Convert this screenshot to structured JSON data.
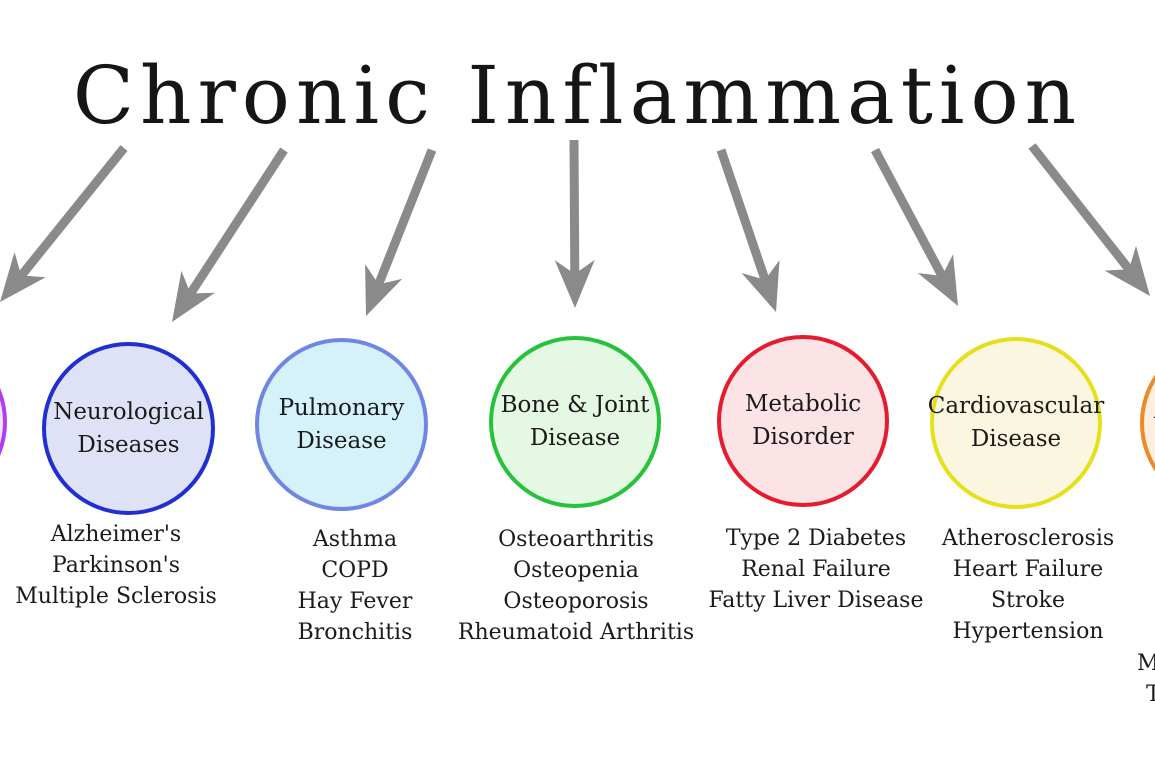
{
  "title": "Chronic Inflammation",
  "categories": [
    {
      "label": "",
      "items": [],
      "border_color": "#b13cf0",
      "fill_color": "#f1e1fb"
    },
    {
      "label": "Neurological\nDiseases",
      "items": [
        "Alzheimer's",
        "Parkinson's",
        "Multiple Sclerosis"
      ],
      "border_color": "#1f2fd0",
      "fill_color": "#dfe1f6"
    },
    {
      "label": "Pulmonary\nDisease",
      "items": [
        "Asthma",
        "COPD",
        "Hay Fever",
        "Bronchitis"
      ],
      "border_color": "#6f86e4",
      "fill_color": "#d5f1fa"
    },
    {
      "label": "Bone & Joint\nDisease",
      "items": [
        "Osteoarthritis",
        "Osteopenia",
        "Osteoporosis",
        "Rheumatoid Arthritis"
      ],
      "border_color": "#26c23a",
      "fill_color": "#e5f8e4"
    },
    {
      "label": "Metabolic\nDisorder",
      "items": [
        "Type 2 Diabetes",
        "Renal Failure",
        "Fatty Liver Disease"
      ],
      "border_color": "#e41c2e",
      "fill_color": "#fbe3e6"
    },
    {
      "label": "Cardiovascular\nDisease",
      "items": [
        "Atherosclerosis",
        "Heart Failure",
        "Stroke",
        "Hypertension"
      ],
      "border_color": "#e6e01c",
      "fill_color": "#fbf6df"
    },
    {
      "label": "A",
      "items": [
        "M",
        "T"
      ],
      "border_color": "#ec8a2a",
      "fill_color": "#fdeedd"
    }
  ],
  "arrow_color": "#8a8a8a"
}
